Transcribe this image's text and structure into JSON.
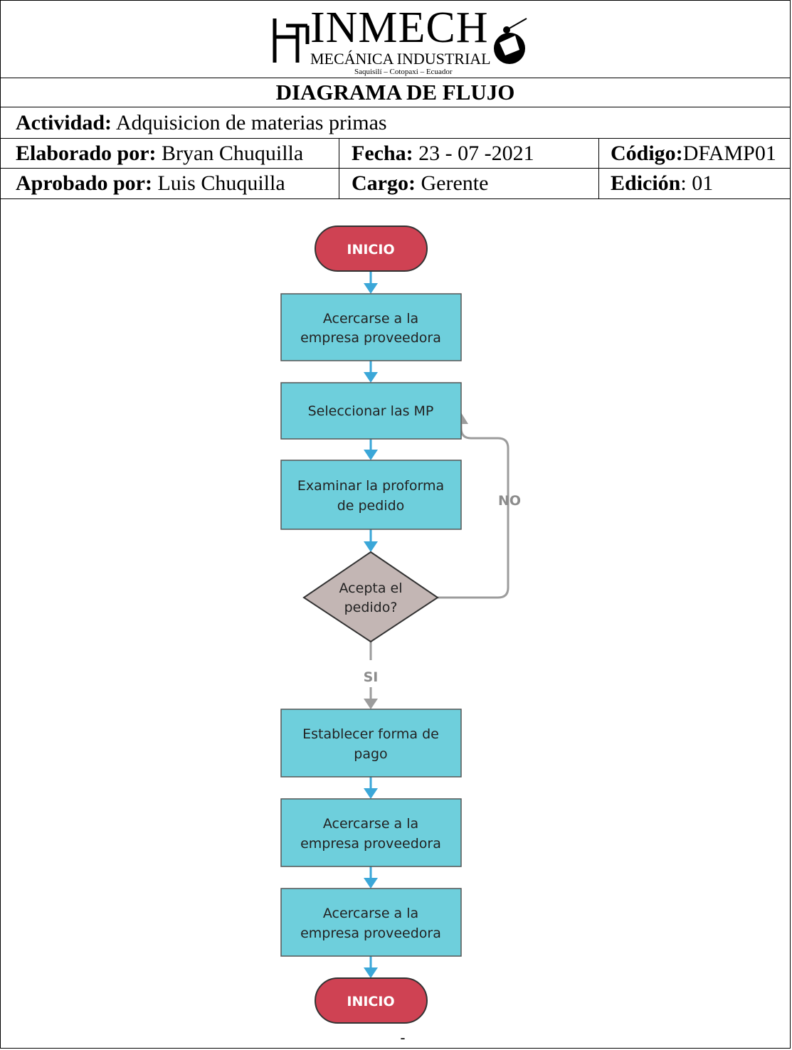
{
  "header": {
    "brand": "INMECH",
    "subtitle": "MECÁNICA INDUSTRIAL",
    "location": "Saquisilí – Cotopaxi – Ecuador",
    "title": "DIAGRAMA DE FLUJO"
  },
  "info": {
    "actividad_label": "Actividad:",
    "actividad_value": "Adquisicion de materias primas",
    "elaborado_label": "Elaborado por:",
    "elaborado_value": "Bryan Chuquilla",
    "fecha_label": "Fecha:",
    "fecha_value": "23 - 07 -2021",
    "codigo_label": "Código:",
    "codigo_value": "DFAMP01",
    "aprobado_label": "Aprobado por:",
    "aprobado_value": "Luis Chuquilla",
    "cargo_label": "Cargo:",
    "cargo_value": "Gerente",
    "edicion_label": "Edición",
    "edicion_value": ": 01"
  },
  "flow": {
    "start": "INICIO",
    "step1": [
      "Acercarse a la",
      "empresa proveedora"
    ],
    "step2": [
      "Seleccionar las MP"
    ],
    "step3": [
      "Examinar la proforma",
      "de pedido"
    ],
    "decision": [
      "Acepta el",
      "pedido?"
    ],
    "label_no": "NO",
    "label_si": "SI",
    "step4": [
      "Establecer forma de",
      "pago"
    ],
    "step5": [
      "Acercarse a la",
      "empresa proveedora"
    ],
    "step6": [
      "Acercarse a la",
      "empresa proveedora"
    ],
    "end": "INICIO",
    "footer_mark": "-",
    "colors": {
      "terminal": "#cf4253",
      "process": "#6ecfdc",
      "decision": "#c3b6b4",
      "arrow": "#3ba7d8",
      "loop": "#9c9c9c"
    }
  }
}
